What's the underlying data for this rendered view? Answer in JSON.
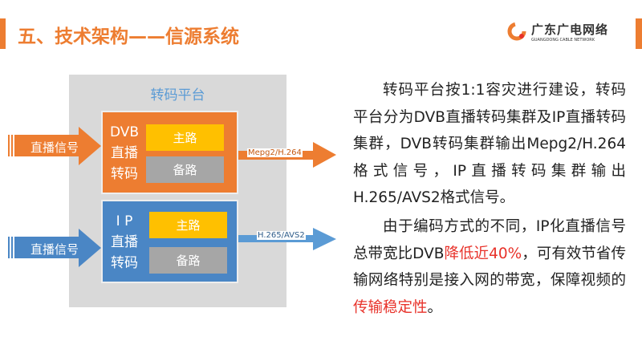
{
  "header": {
    "title": "五、技术架构——信源系统",
    "logo_cn": "广东广电网络",
    "logo_en": "GUANGDONG CABLE NETWORK"
  },
  "diagram": {
    "platform_title": "转码平台",
    "dvb": {
      "label_lines": [
        "DVB",
        "直播",
        "转码"
      ],
      "main": "主路",
      "backup": "备路",
      "input": "直播信号",
      "output": "Mepg2/H.264"
    },
    "ip": {
      "label_lines": [
        "I P",
        "直播",
        "转码"
      ],
      "main": "主路",
      "backup": "备路",
      "input": "直播信号",
      "output": "H.265/AVS2"
    },
    "colors": {
      "orange": "#ED7D31",
      "blue": "#4A86C5",
      "yellow": "#FFC000",
      "gray": "#A6A6A6"
    }
  },
  "text": {
    "p1": "转码平台按1:1容灾进行建设，转码平台分为DVB直播转码集群及IP直播转码集群，DVB转码集群输出Mepg2/H.264格式信号，IP直播转码集群输出H.265/AVS2格式信号。",
    "p2_a": "由于编码方式的不同，IP化直播信号总带宽比DVB",
    "p2_red1": "降低近40%",
    "p2_b": "，可有效节省传输网络特别是接入网的带宽，保障视频的",
    "p2_red2": "传输稳定性",
    "p2_c": "。"
  }
}
